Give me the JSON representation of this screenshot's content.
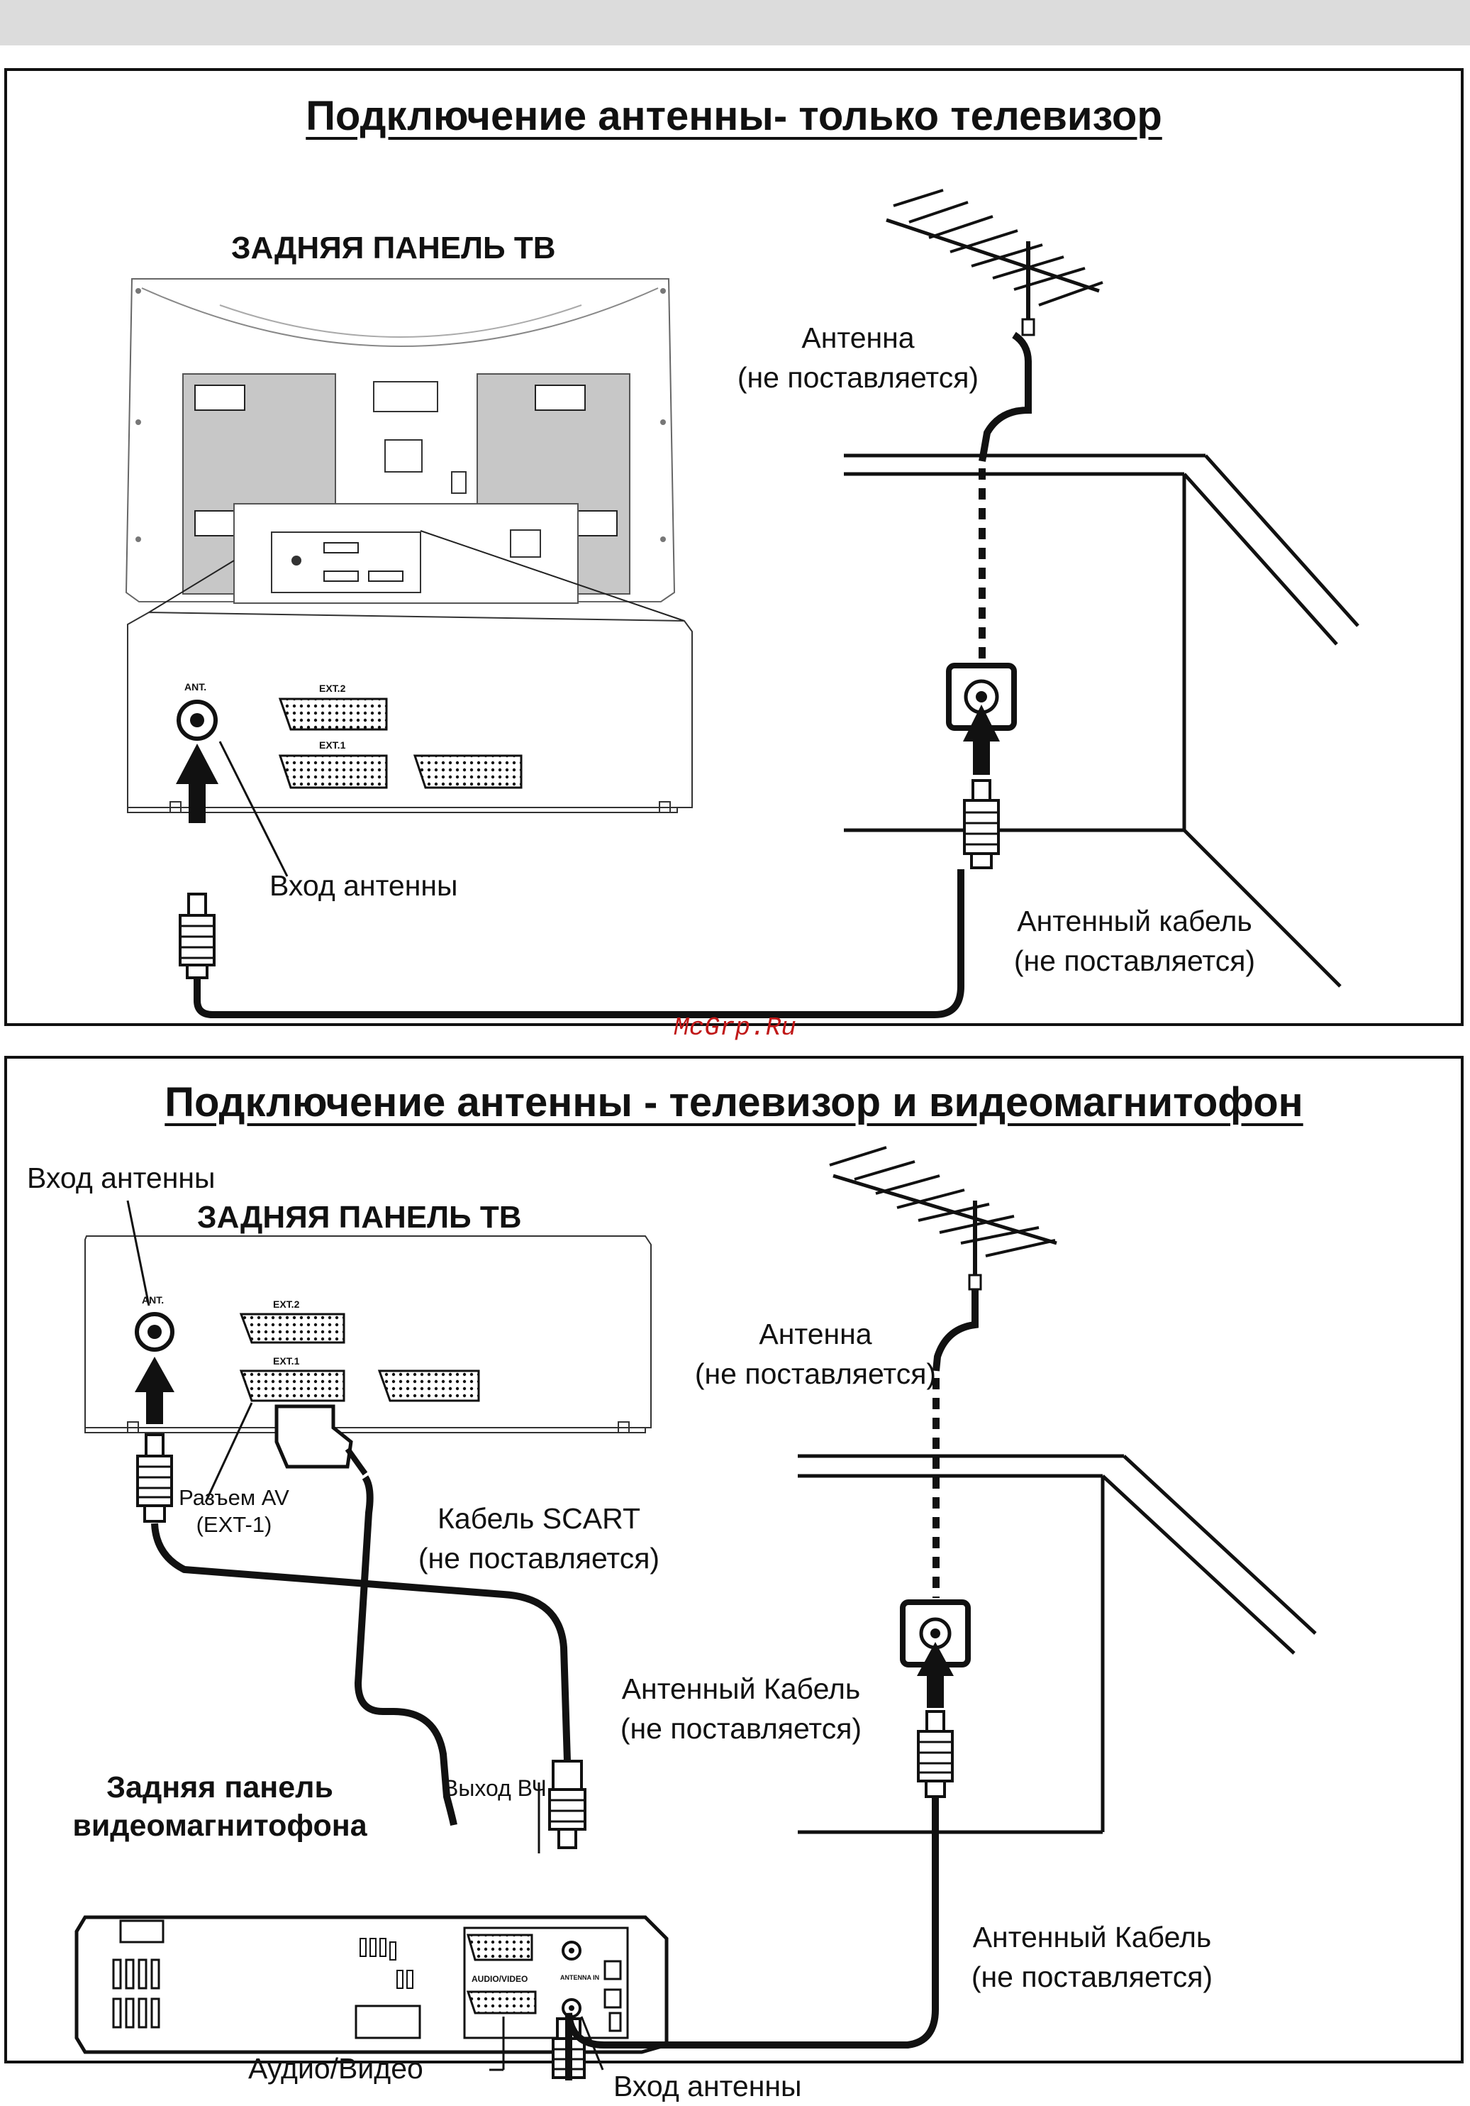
{
  "watermark": "McGrp.Ru",
  "panel1": {
    "title": "Подключение антенны- только телевизор",
    "tv_back_label": "ЗАДНЯЯ ПАНЕЛЬ ТВ",
    "antenna_label_1": "Антенна",
    "antenna_label_2": "(не поставляется)",
    "antenna_input_label": "Вход  антенны",
    "cable_label_1": "Антенный кабель",
    "cable_label_2": "(не поставляется)",
    "port_ant": "ANT.",
    "port_ext2": "EXT.2",
    "port_ext1": "EXT.1"
  },
  "panel2": {
    "title": "Подключение антенны - телевизор и видеомагнитофон",
    "tv_antenna_input_label": "Вход  антенны",
    "tv_back_label": "ЗАДНЯЯ ПАНЕЛЬ ТВ",
    "av_connector_label_1": "Разъем AV",
    "av_connector_label_2": "(EXT-1)",
    "scart_label_1": "Кабель SCART",
    "scart_label_2": "(не поставляется)",
    "antenna_label_1": "Антенна",
    "antenna_label_2": "(не поставляется)",
    "cable_label_1": "Антенный Кабель",
    "cable_label_2": "(не поставляется)",
    "vcr_back_label_1": "Задняя панель",
    "vcr_back_label_2": "видеомагнитофона",
    "rf_out_label": "Выход ВЧ",
    "audio_video_label": "Аудио/Видео",
    "vcr_antenna_input_label": "Вход  антенны",
    "cable2_label_1": "Антенный Кабель",
    "cable2_label_2": "(не поставляется)",
    "port_ant": "ANT.",
    "port_ext2": "EXT.2",
    "port_ext1": "EXT.1",
    "vcr_port_av": "AUDIO/VIDEO",
    "vcr_port_antenna": "ANTENNA IN"
  }
}
